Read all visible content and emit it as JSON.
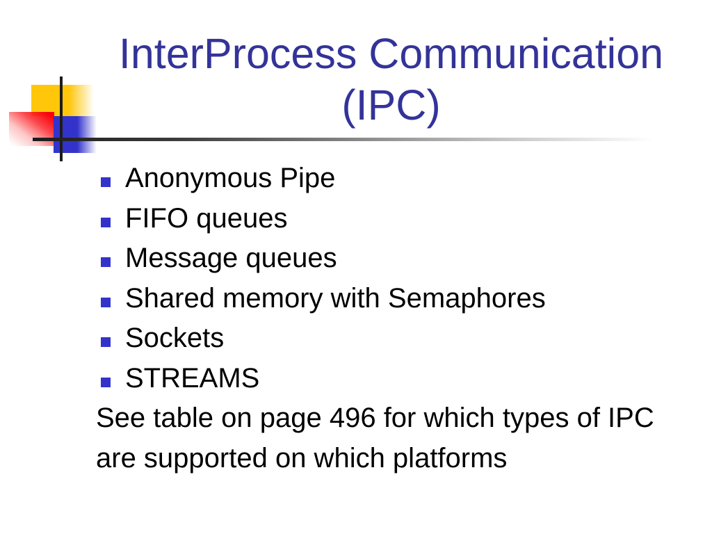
{
  "slide": {
    "title_lines": {
      "line1": "InterProcess Communication",
      "line2": "(IPC)"
    },
    "bullets": [
      "Anonymous Pipe",
      "FIFO queues",
      "Message queues",
      "Shared memory with Semaphores",
      "Sockets",
      "STREAMS"
    ],
    "note_lines": {
      "line1": "See table on page 496 for which types of IPC",
      "line2": "are supported on which platforms"
    },
    "colors": {
      "title_text": "#333399",
      "body_text": "#000000",
      "bullet_square": "#3333cc",
      "accent_yellow": "#ffc60a",
      "accent_red": "#fa0008",
      "accent_blue": "#3333cc",
      "rule_dark": "#1c1c1c"
    }
  }
}
